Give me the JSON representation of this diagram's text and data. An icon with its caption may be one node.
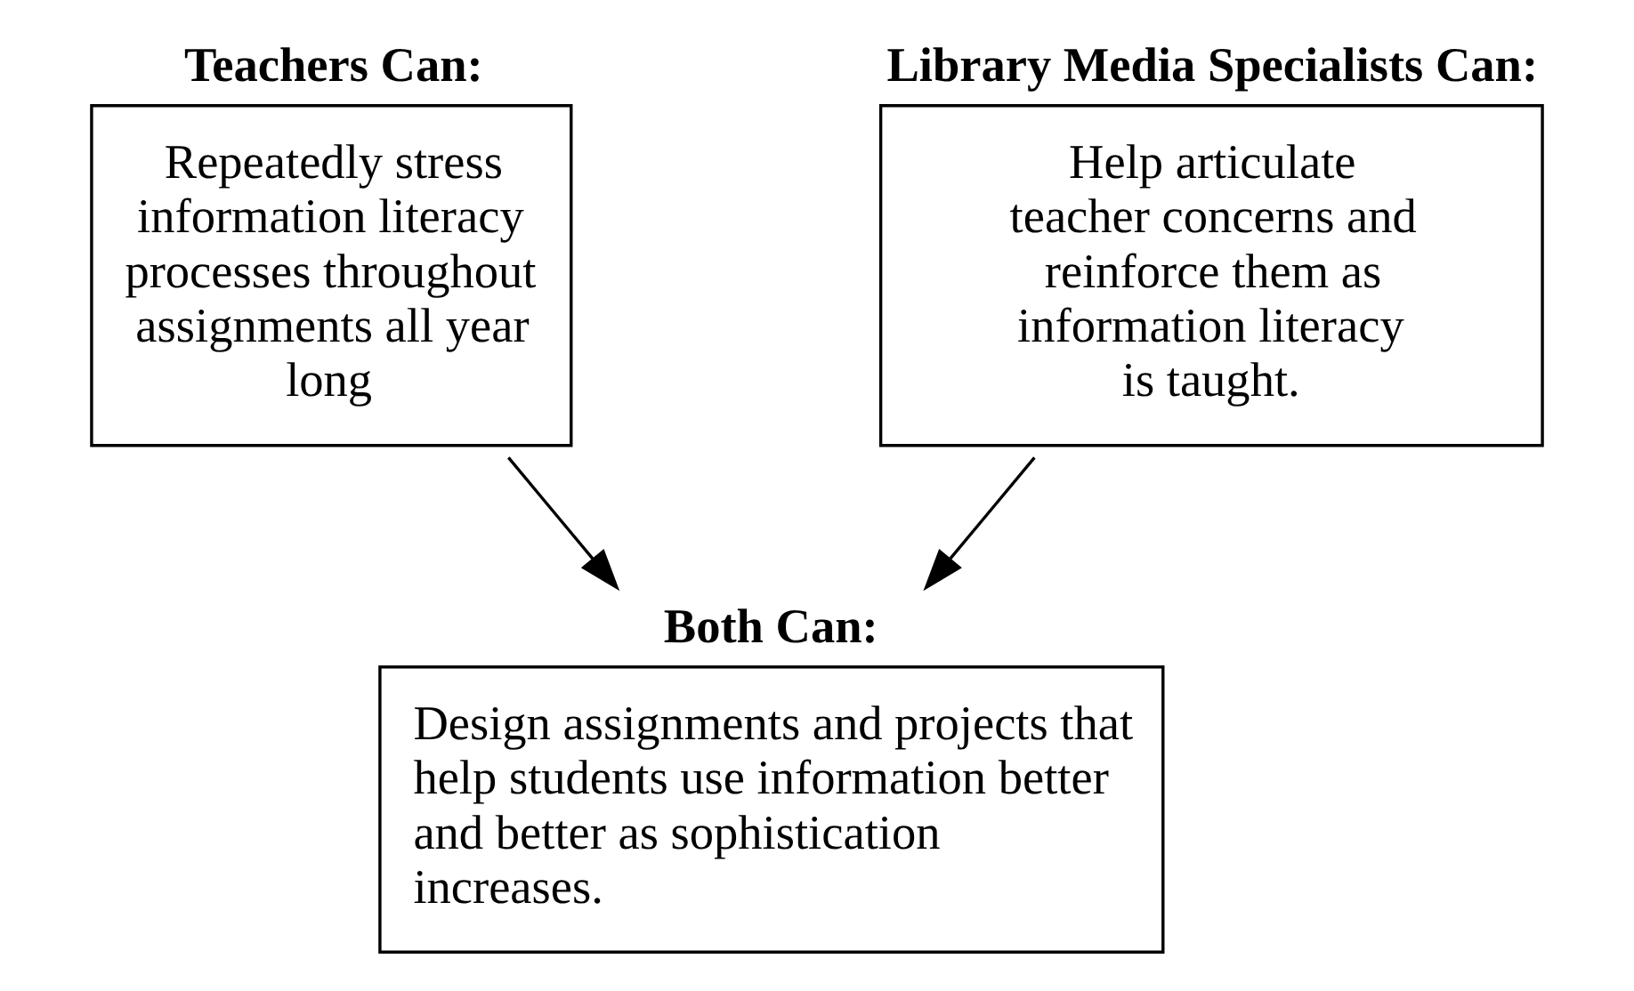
{
  "diagram": {
    "nodes": [
      {
        "text": [
          "Teachers Can:",
          "Repeatedly stress information literacy processes throughout assignments all year long"
        ]
      },
      {
        "text": [
          "Library Media Specialists Can:",
          "Help articulate teacher concerns and reinforce them as information literacy is taught."
        ]
      },
      {
        "text": [
          "Both Can:",
          "Design assignments and projects that help students use information better and better as sophistication increases."
        ]
      }
    ],
    "edges": [
      {
        "from": 0,
        "to": 2,
        "arrow": "to"
      },
      {
        "from": 1,
        "to": 2,
        "arrow": "to"
      }
    ]
  }
}
